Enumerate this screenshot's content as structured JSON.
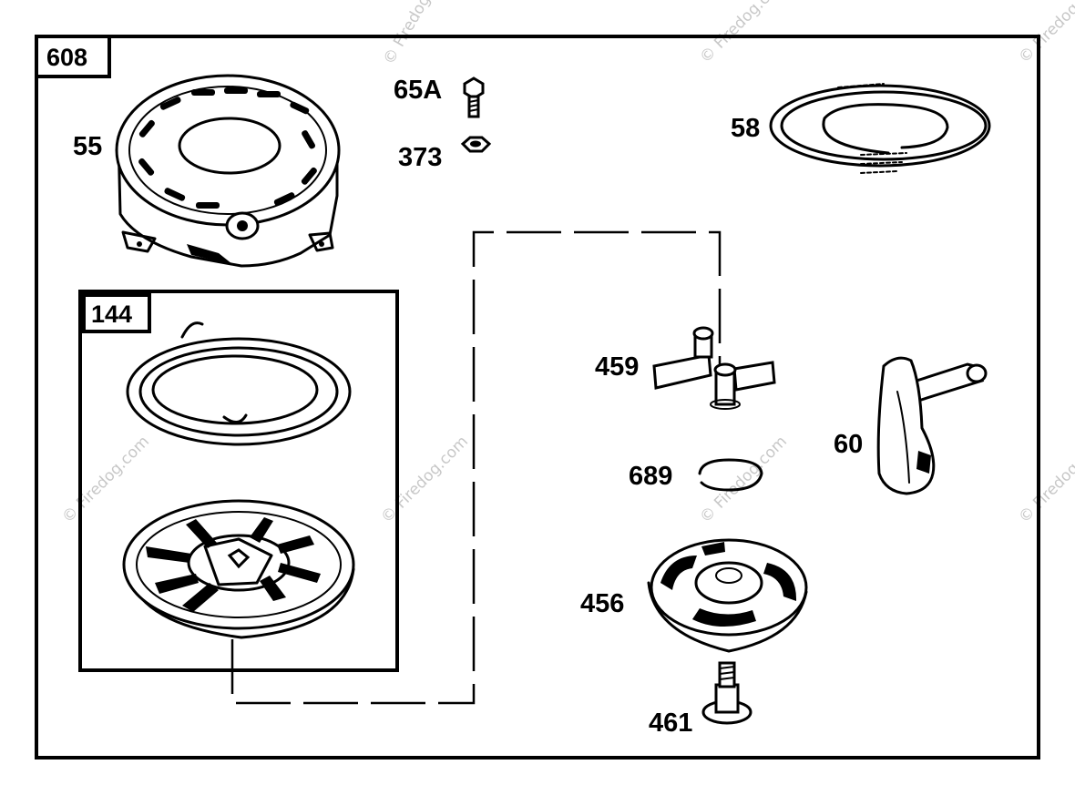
{
  "diagram": {
    "assembly_label": "608",
    "subassembly_label": "144",
    "parts": {
      "p55": "55",
      "p65a": "65A",
      "p373": "373",
      "p58": "58",
      "p459": "459",
      "p60": "60",
      "p689": "689",
      "p456": "456",
      "p461": "461"
    },
    "watermark": "© Firedog.com"
  }
}
